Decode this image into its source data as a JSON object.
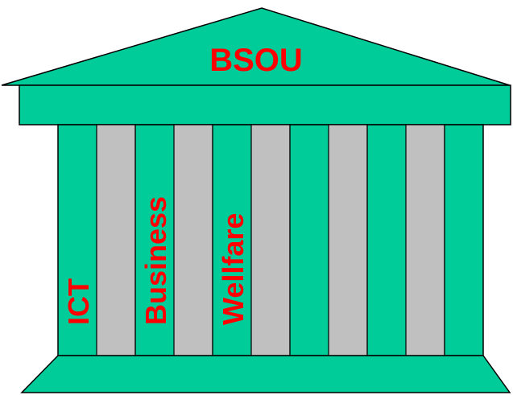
{
  "roof": {
    "title": "BSOU"
  },
  "pillars": [
    {
      "label": "ICT"
    },
    {
      "label": "Business"
    },
    {
      "label": "Wellfare"
    }
  ],
  "colors": {
    "structure": "#00CC99",
    "column_gray": "#C0C0C0",
    "outline": "#000000",
    "text": "#FF0000"
  }
}
